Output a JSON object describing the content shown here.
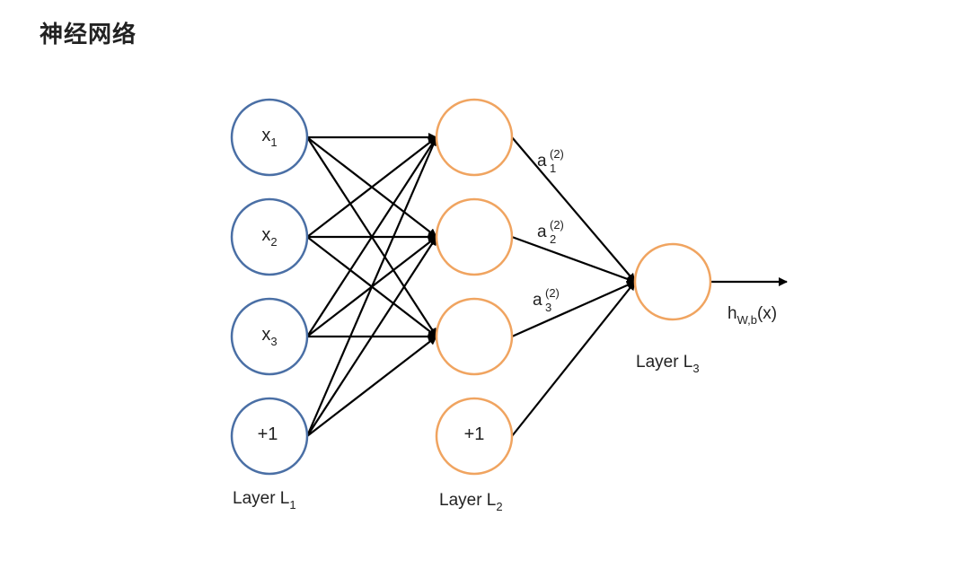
{
  "page": {
    "title": "神经网络"
  },
  "colors": {
    "input_node": "#4a6fa5",
    "hidden_node": "#f0a460",
    "edge": "#000000"
  },
  "layers": {
    "l1": {
      "label": "Layer L",
      "sub": "1"
    },
    "l2": {
      "label": "Layer L",
      "sub": "2"
    },
    "l3": {
      "label": "Layer L",
      "sub": "3"
    }
  },
  "inputs": [
    {
      "label": "x",
      "sub": "1"
    },
    {
      "label": "x",
      "sub": "2"
    },
    {
      "label": "x",
      "sub": "3"
    },
    {
      "label": "+1",
      "sub": ""
    }
  ],
  "hidden": [
    {
      "label": ""
    },
    {
      "label": ""
    },
    {
      "label": ""
    },
    {
      "label": "+1"
    }
  ],
  "activations": [
    {
      "base": "a",
      "sup": "(2)",
      "sub": "1"
    },
    {
      "base": "a",
      "sup": "(2)",
      "sub": "2"
    },
    {
      "base": "a",
      "sup": "(2)",
      "sub": "3"
    }
  ],
  "output": {
    "base": "h",
    "sub": "W,b",
    "suffix": "(x)"
  }
}
